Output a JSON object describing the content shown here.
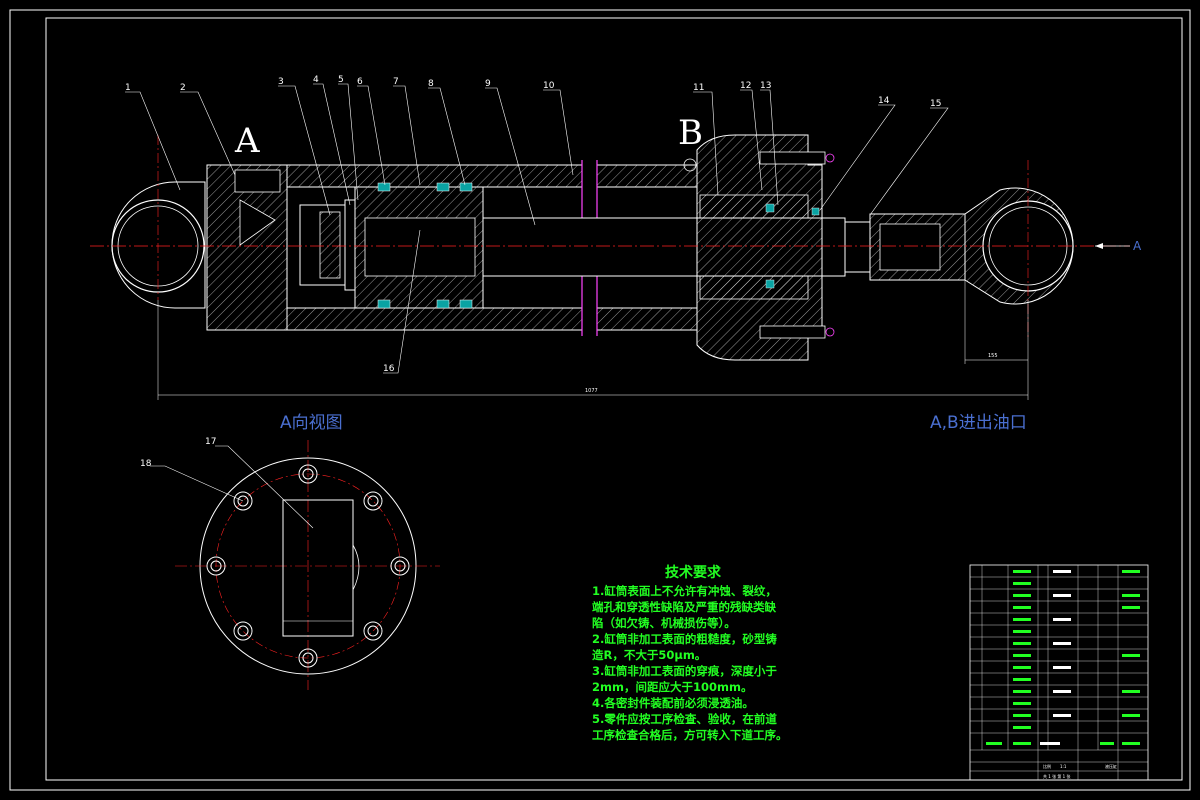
{
  "view_labels": {
    "A": "A",
    "B": "B",
    "arrow_A": "A"
  },
  "part_numbers": [
    "1",
    "2",
    "3",
    "4",
    "5",
    "6",
    "7",
    "8",
    "9",
    "10",
    "11",
    "12",
    "13",
    "14",
    "15",
    "16",
    "17",
    "18"
  ],
  "captions": {
    "view_a": "A向视图",
    "ports": "A,B进出油口"
  },
  "dimensions": {
    "overall_length": "1077",
    "rod_end": "155"
  },
  "tech_requirements": {
    "title": "技术要求",
    "lines": [
      "1.缸筒表面上不允许有冲蚀、裂纹，",
      "端孔和穿透性缺陷及严重的残缺类缺",
      "陷（如欠铸、机械损伤等）。",
      "2.缸筒非加工表面的粗糙度，砂型铸",
      "造R，不大于50μm。",
      "3.缸筒非加工表面的穿痕，深度小于",
      "2mm，间距应大于100mm。",
      "4.各密封件装配前必须浸透油。",
      "5.零件应按工序检查、验收，在前道",
      "工序检查合格后，方可转入下道工序。"
    ]
  },
  "title_block": {
    "drawing_name": "液压缸",
    "scale_label": "比例",
    "scale_value": "1:1",
    "sheet": "共 1 张 第 1 张"
  }
}
